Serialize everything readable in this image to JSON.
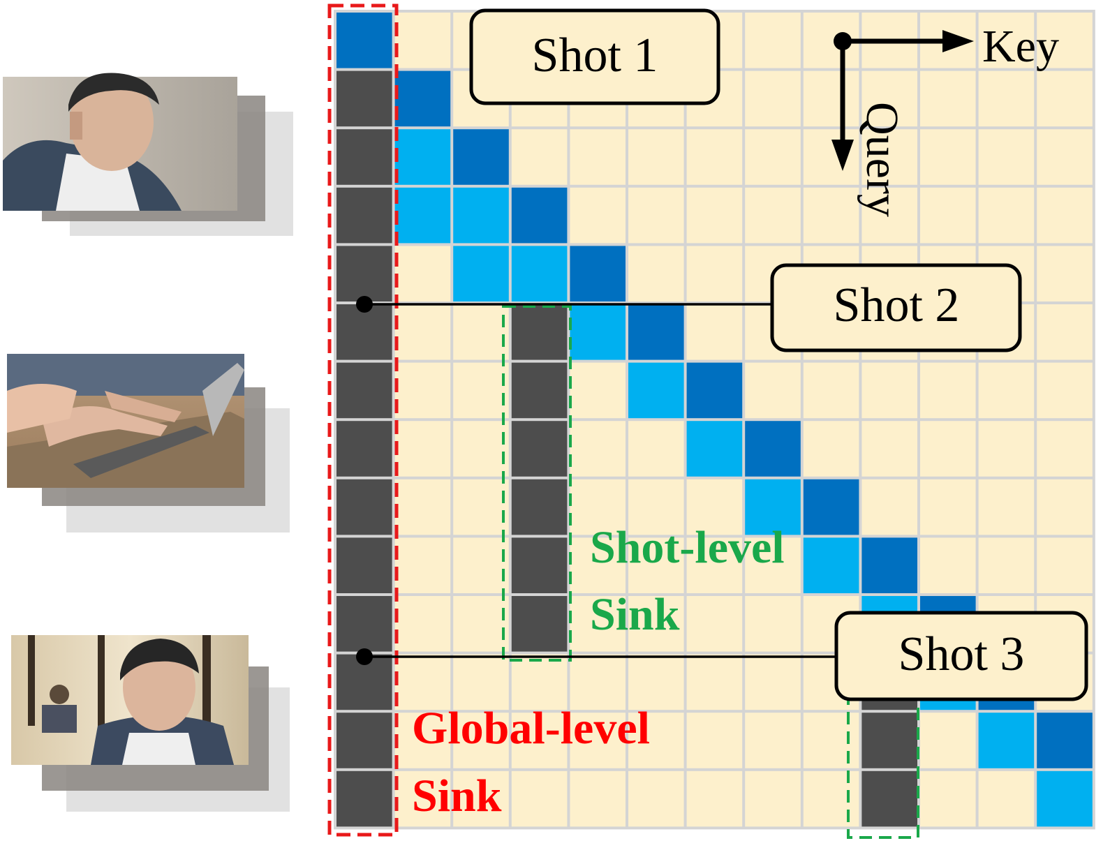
{
  "diagram": {
    "grid": {
      "rows": 14,
      "cols": 13,
      "colors": {
        "empty": "#fdf0cc",
        "border": "#d4d4d4",
        "sink": "#4d4d4d",
        "diag_dark": "#0070c0",
        "diag_light": "#00b0f0"
      },
      "sink_cells": [
        [
          1,
          0
        ],
        [
          2,
          0
        ],
        [
          3,
          0
        ],
        [
          4,
          0
        ],
        [
          5,
          0
        ],
        [
          6,
          0
        ],
        [
          7,
          0
        ],
        [
          8,
          0
        ],
        [
          9,
          0
        ],
        [
          10,
          0
        ],
        [
          11,
          0
        ],
        [
          12,
          0
        ],
        [
          13,
          0
        ],
        [
          5,
          3
        ],
        [
          6,
          3
        ],
        [
          7,
          3
        ],
        [
          8,
          3
        ],
        [
          9,
          3
        ],
        [
          10,
          3
        ],
        [
          11,
          9
        ],
        [
          12,
          9
        ],
        [
          13,
          9
        ]
      ],
      "dark_cells": [
        [
          0,
          0
        ],
        [
          1,
          1
        ],
        [
          2,
          2
        ],
        [
          3,
          3
        ],
        [
          4,
          4
        ],
        [
          5,
          5
        ],
        [
          6,
          6
        ],
        [
          7,
          7
        ],
        [
          8,
          8
        ],
        [
          9,
          9
        ],
        [
          10,
          10
        ],
        [
          11,
          11
        ],
        [
          12,
          12
        ]
      ],
      "light_cells": [
        [
          2,
          1
        ],
        [
          3,
          1
        ],
        [
          3,
          2
        ],
        [
          4,
          2
        ],
        [
          4,
          3
        ],
        [
          5,
          4
        ],
        [
          6,
          5
        ],
        [
          7,
          6
        ],
        [
          8,
          7
        ],
        [
          9,
          8
        ],
        [
          10,
          9
        ],
        [
          11,
          10
        ],
        [
          12,
          11
        ],
        [
          13,
          12
        ]
      ]
    },
    "labels": {
      "shot1": "Shot 1",
      "shot2": "Shot 2",
      "shot3": "Shot 3",
      "key": "Key",
      "query": "Query",
      "shot_sink_line1": "Shot-level",
      "shot_sink_line2": "Sink",
      "global_sink_line1": "Global-level",
      "global_sink_line2": "Sink"
    },
    "colors": {
      "global_sink_box": "#e8191a",
      "shot_sink_box": "#1aa84a",
      "global_text": "#ff0000",
      "shot_text": "#1aa84a"
    },
    "thumbnails": [
      {
        "name": "shot-1-frames",
        "scene": "man-looking-down"
      },
      {
        "name": "shot-2-frames",
        "scene": "hands-typing-laptop"
      },
      {
        "name": "shot-3-frames",
        "scene": "man-in-cafe"
      }
    ]
  }
}
